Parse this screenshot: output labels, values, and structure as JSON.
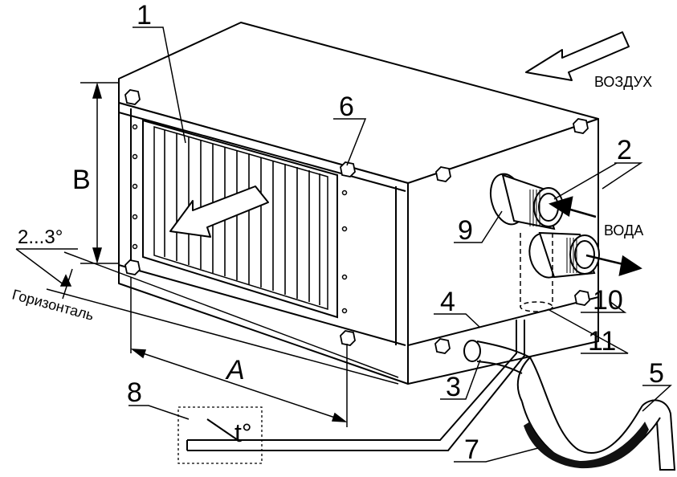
{
  "callouts": {
    "c1": "1",
    "c2": "2",
    "c3": "3",
    "c4": "4",
    "c5": "5",
    "c6": "6",
    "c7": "7",
    "c8": "8",
    "c9": "9",
    "c10": "10",
    "c11": "11"
  },
  "labels": {
    "air": "ВОЗДУХ",
    "water": "ВОДА",
    "dim_a": "A",
    "dim_b": "B",
    "tilt": "2...3°",
    "horizontal": "Горизонталь",
    "thermo": "t°"
  }
}
